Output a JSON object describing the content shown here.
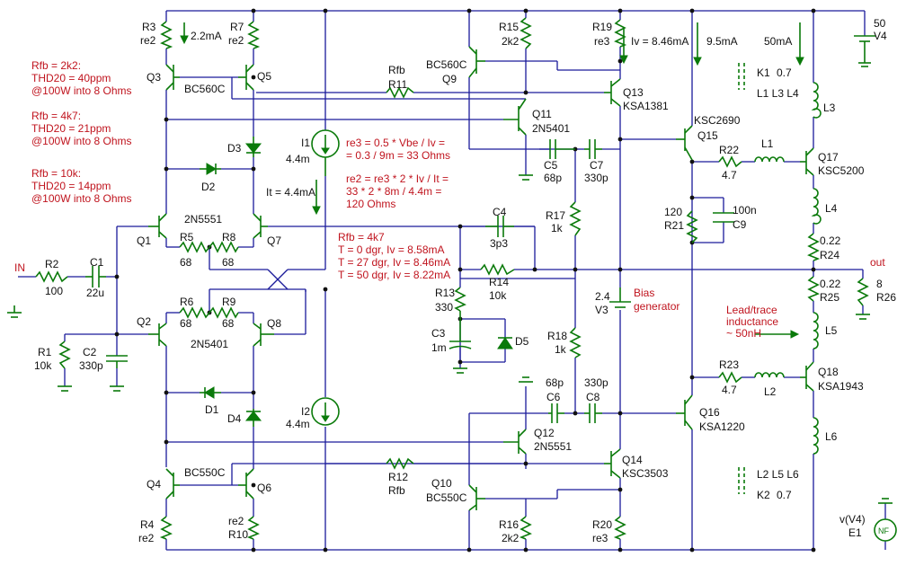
{
  "annotations": {
    "note_2k2": [
      "Rfb = 2k2:",
      "THD20 = 40ppm",
      "@100W into 8 Ohms"
    ],
    "note_4k7": [
      "Rfb = 4k7:",
      "THD20 = 21ppm",
      "@100W into 8 Ohms"
    ],
    "note_10k": [
      "Rfb = 10k:",
      "THD20 = 14ppm",
      "@100W into 8 Ohms"
    ],
    "re3_calc": [
      "re3 = 0.5 * Vbe / Iv =",
      "= 0.3 / 9m = 33 Ohms"
    ],
    "re2_calc": [
      "re2 = re3 * 2 * Iv / It =",
      "33 * 2 * 8m / 4.4m =",
      "120 Ohms"
    ],
    "temp_note": [
      "Rfb = 4k7",
      "T = 0  dgr, Iv = 8.58mA",
      "T = 27 dgr, Iv = 8.46mA",
      "T = 50 dgr, Iv = 8.22mA"
    ],
    "bias": [
      "Bias",
      "generator"
    ],
    "lead": [
      "Lead/trace",
      "inductance",
      "~ 50nH"
    ]
  },
  "currents": {
    "i_2m2": "2.2mA",
    "iv": "Iv = 8.46mA",
    "i_9m5": "9.5mA",
    "i_50m": "50mA",
    "it": "It = 4.4mA"
  },
  "labels": {
    "R3": "R3",
    "re2_a": "re2",
    "R7": "R7",
    "re2_b": "re2",
    "R15": "R15",
    "v2k2_a": "2k2",
    "R19": "R19",
    "re3_a": "re3",
    "V4": "V4",
    "v50": "50",
    "Q3": "Q3",
    "Q5": "Q5",
    "BC560C_a": "BC560C",
    "BC560C_b": "BC560C",
    "Q9": "Q9",
    "Rfb_a": "Rfb",
    "R11": "R11",
    "Q13": "Q13",
    "KSA1381": "KSA1381",
    "Q11": "Q11",
    "N5401_a": "2N5401",
    "K1": "K1",
    "k07_a": "0.7",
    "L1L3L4": "L1 L3 L4",
    "L3": "L3",
    "D3": "D3",
    "I1": "I1",
    "m44_a": "4.4m",
    "KSC2690": "KSC2690",
    "Q15": "Q15",
    "C5": "C5",
    "p68_a": "68p",
    "C7": "C7",
    "p330_a": "330p",
    "R22": "R22",
    "v47_a": "4.7",
    "L1": "L1",
    "Q17": "Q17",
    "KSC5200": "KSC5200",
    "D2": "D2",
    "v120": "120",
    "R21": "R21",
    "n100": "100n",
    "C9": "C9",
    "N5551_a": "2N5551",
    "C4": "C4",
    "p3p3": "3p3",
    "R17": "R17",
    "k1_a": "1k",
    "L4": "L4",
    "Q1": "Q1",
    "R5": "R5",
    "R8": "R8",
    "Q7": "Q7",
    "v68_a": "68",
    "v68_b": "68",
    "v022_a": "0.22",
    "R24": "R24",
    "IN": "IN",
    "R2": "R2",
    "v100": "100",
    "C1": "C1",
    "u22": "22u",
    "R14": "R14",
    "k10_a": "10k",
    "out": "out",
    "v022_b": "0.22",
    "R25": "R25",
    "v8": "8",
    "R26": "R26",
    "R6": "R6",
    "R9": "R9",
    "v68_c": "68",
    "v68_d": "68",
    "R13": "R13",
    "v330": "330",
    "v24": "2.4",
    "V3": "V3",
    "Q2": "Q2",
    "Q8": "Q8",
    "N5401_b": "2N5401",
    "R1": "R1",
    "k10_b": "10k",
    "C2": "C2",
    "p330_b": "330p",
    "C3": "C3",
    "m1": "1m",
    "D5": "D5",
    "R18": "R18",
    "k1_b": "1k",
    "L5": "L5",
    "p68_b": "68p",
    "p330_c": "330p",
    "C6": "C6",
    "C8": "C8",
    "R23": "R23",
    "v47_b": "4.7",
    "L2": "L2",
    "Q18": "Q18",
    "KSA1943": "KSA1943",
    "D1": "D1",
    "I2": "I2",
    "m44_b": "4.4m",
    "D4": "D4",
    "Q16": "Q16",
    "KSA1220": "KSA1220",
    "L6": "L6",
    "Q12": "Q12",
    "N5551_b": "2N5551",
    "BC550C_a": "BC550C",
    "R12": "R12",
    "Rfb_b": "Rfb",
    "Q14": "Q14",
    "KSC3503": "KSC3503",
    "Q4": "Q4",
    "Q6": "Q6",
    "Q10": "Q10",
    "BC550C_b": "BC550C",
    "L2L5L6": "L2 L5 L6",
    "K2": "K2",
    "k07_b": "0.7",
    "vV4": "v(V4)",
    "E1": "E1",
    "NF": "NF",
    "R4": "R4",
    "re2_c": "re2",
    "re2_d": "re2",
    "R10": "R10",
    "R16": "R16",
    "v2k2_b": "2k2",
    "R20": "R20",
    "re3_b": "re3"
  },
  "colors": {
    "wire": "#1a1a9a",
    "component": "#0a7a0a",
    "note": "#c0141e",
    "text": "#111111"
  }
}
